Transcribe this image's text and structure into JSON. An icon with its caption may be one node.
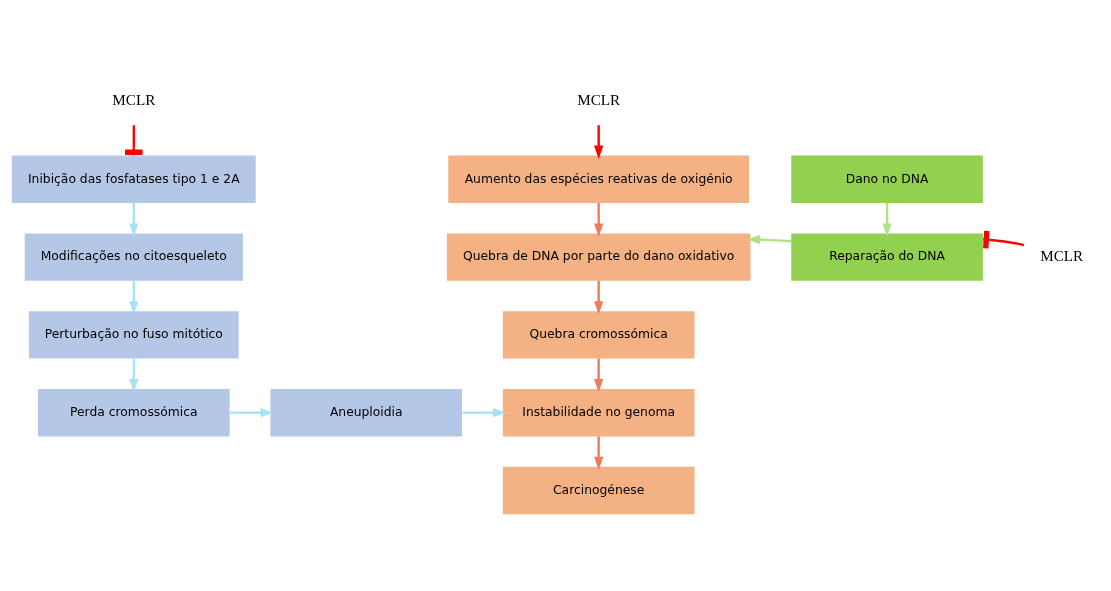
{
  "diagram": {
    "nodes": [
      {
        "text": [
          "MCLR"
        ]
      },
      {
        "text": [
          "Inibição das fosfatases tipo 1 e 2A"
        ]
      },
      {
        "text": [
          "Modificações no citoesqueleto"
        ]
      },
      {
        "text": [
          "Perturbação no fuso mitótico"
        ]
      },
      {
        "text": [
          "Perda cromossómica"
        ]
      },
      {
        "text": [
          "Aneuploidia"
        ]
      },
      {
        "text": [
          "MCLR"
        ]
      },
      {
        "text": [
          "Aumento das espécies reativas de oxigénio"
        ]
      },
      {
        "text": [
          "Dano no DNA"
        ]
      },
      {
        "text": [
          "Quebra de DNA por parte do dano oxidativo"
        ]
      },
      {
        "text": [
          "Reparação do DNA"
        ]
      },
      {
        "text": [
          "MCLR"
        ]
      },
      {
        "text": [
          "Quebra cromossómica"
        ]
      },
      {
        "text": [
          "Instabilidade no genoma"
        ]
      },
      {
        "text": [
          "Carcinogénese"
        ]
      }
    ],
    "edges": [
      {
        "from": 0,
        "to": 1,
        "arrow": "other",
        "color": "#ff0000"
      },
      {
        "from": 1,
        "to": 2,
        "arrow": "to",
        "color": "#a9e1f7"
      },
      {
        "from": 2,
        "to": 3,
        "arrow": "to",
        "color": "#a9e1f7"
      },
      {
        "from": 3,
        "to": 4,
        "arrow": "to",
        "color": "#a9e1f7"
      },
      {
        "from": 4,
        "to": 5,
        "arrow": "to",
        "color": "#a9e1f7"
      },
      {
        "from": 5,
        "to": 13,
        "arrow": "to",
        "color": "#a9e1f7"
      },
      {
        "from": 6,
        "to": 7,
        "arrow": "to",
        "color": "#ff0000"
      },
      {
        "from": 7,
        "to": 9,
        "arrow": "to",
        "color": "#f07b5c"
      },
      {
        "from": 8,
        "to": 10,
        "arrow": "to",
        "color": "#b5e08a"
      },
      {
        "from": 10,
        "to": 9,
        "arrow": "to",
        "color": "#b5e08a"
      },
      {
        "from": 11,
        "to": 10,
        "arrow": "other",
        "color": "#ff0000"
      },
      {
        "from": 9,
        "to": 12,
        "arrow": "to",
        "color": "#f07b5c"
      },
      {
        "from": 12,
        "to": 13,
        "arrow": "to",
        "color": "#f07b5c"
      },
      {
        "from": 13,
        "to": 14,
        "arrow": "to",
        "color": "#f07b5c"
      }
    ]
  }
}
